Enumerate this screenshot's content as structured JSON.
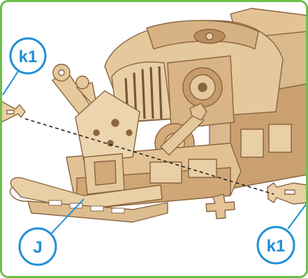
{
  "figure": {
    "frame_color": "#6cc04a",
    "callout_color": "#1f8fd6",
    "wood_light": "#e9cfa6",
    "wood_mid": "#d8b486",
    "wood_dark": "#8a6540",
    "callouts": [
      {
        "id": "k1-left",
        "label": "k1"
      },
      {
        "id": "j",
        "label": "J"
      },
      {
        "id": "k1-right",
        "label": "k1"
      }
    ],
    "parts": [
      "axle-pin-left",
      "axle-pin-right",
      "wooden-snowmobile-model"
    ]
  }
}
